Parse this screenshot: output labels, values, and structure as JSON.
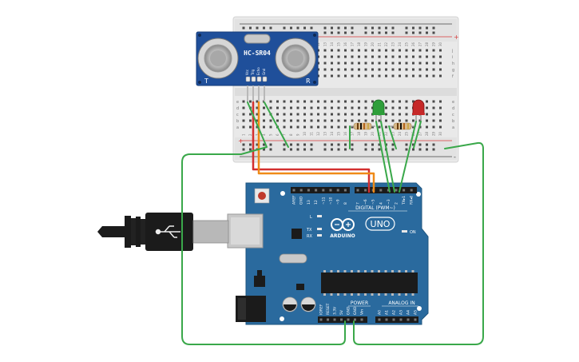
{
  "sensor": {
    "model": "HC-SR04",
    "pin_labels": [
      "Vcc",
      "Trig",
      "Echo",
      "Gnd"
    ],
    "left_mark": "T",
    "right_mark": "R"
  },
  "breadboard": {
    "col_numbers": [
      "1",
      "2",
      "3",
      "4",
      "5",
      "6",
      "7",
      "8",
      "9",
      "10",
      "11",
      "12",
      "13",
      "14",
      "15",
      "16",
      "17",
      "18",
      "19",
      "20",
      "21",
      "22",
      "23",
      "24",
      "25",
      "26",
      "27",
      "28",
      "29",
      "30"
    ],
    "row_letters_top": [
      "j",
      "i",
      "h",
      "g",
      "f"
    ],
    "row_letters_bottom": [
      "e",
      "d",
      "c",
      "b",
      "a"
    ],
    "rail_plus": "+",
    "rail_minus": "-"
  },
  "arduino": {
    "brand": "ARDUINO",
    "model": "UNO",
    "on_label": "ON",
    "l_label": "L",
    "tx_label": "TX",
    "rx_label": "RX",
    "digital_label": "DIGITAL (PWM~)",
    "analog_label": "ANALOG IN",
    "power_label": "POWER",
    "digital_pins": [
      "AREF",
      "GND",
      "13",
      "12",
      "~11",
      "~10",
      "~9",
      "8",
      "7",
      "~6",
      "~5",
      "4",
      "~3",
      "2",
      "TX▸1",
      "RX◂0"
    ],
    "power_pins": [
      "IOREF",
      "RESET",
      "3.3V",
      "5V",
      "GND",
      "GND",
      "Vin"
    ],
    "analog_pins": [
      "A0",
      "A1",
      "A2",
      "A3",
      "A4",
      "A5"
    ]
  },
  "components": {
    "led_left_color": "#2e9e3a",
    "led_right_color": "#c62828"
  },
  "colors": {
    "wire_green": "#3aa84a",
    "wire_red": "#d32f2f",
    "wire_orange": "#ef8a18",
    "board_blue": "#2a6a9e",
    "sensor_blue": "#1f4f9a"
  }
}
